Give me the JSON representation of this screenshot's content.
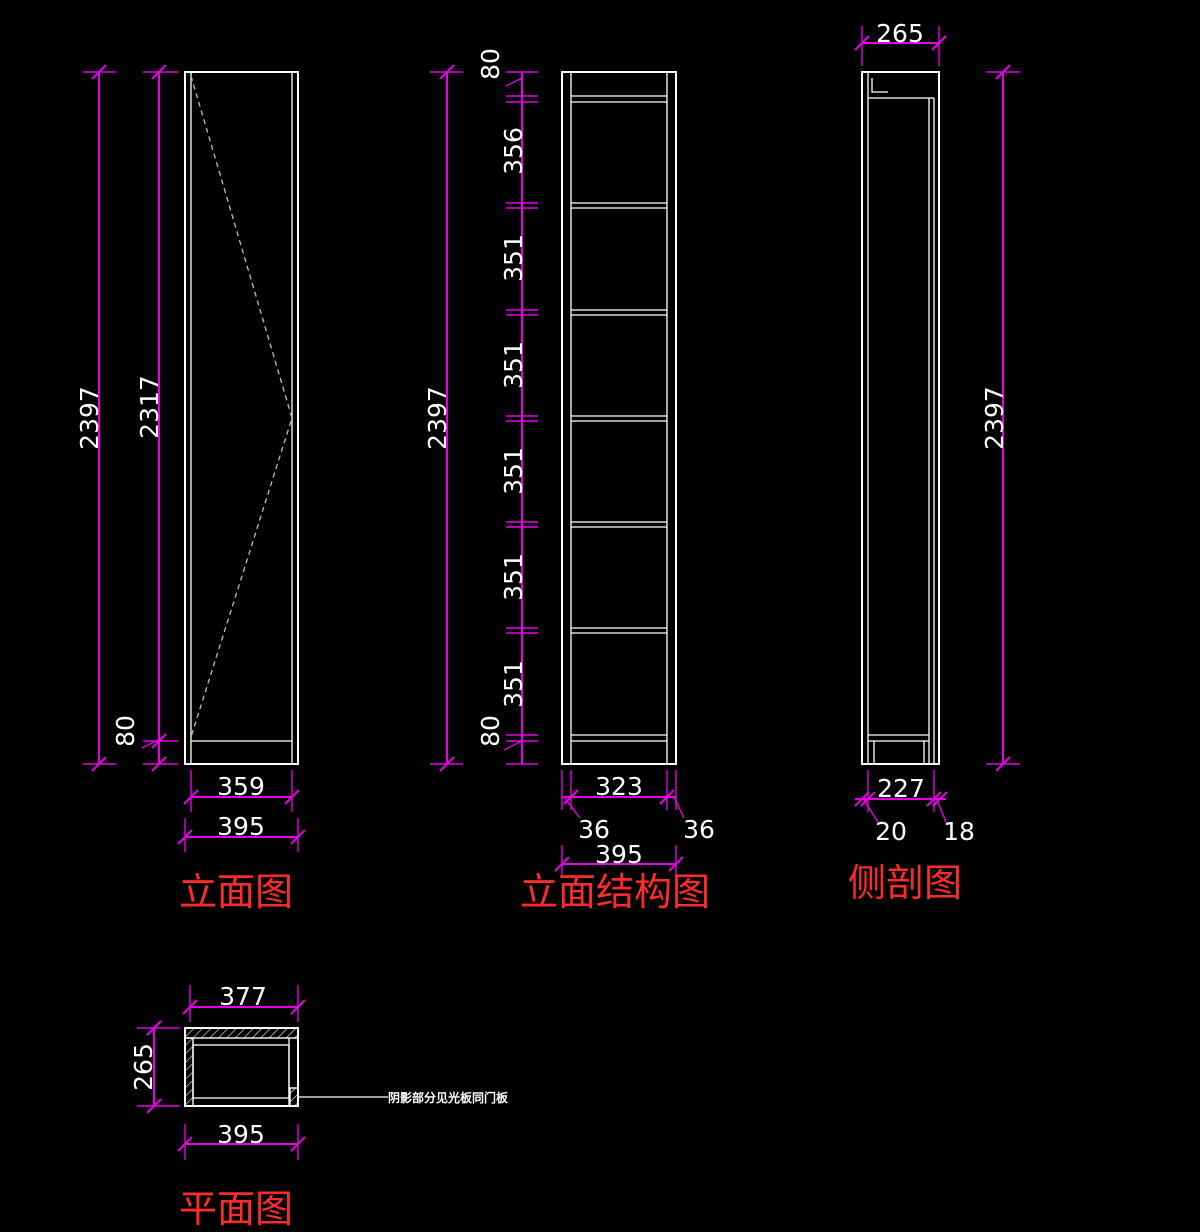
{
  "titles": {
    "elevation": "立面图",
    "structure": "立面结构图",
    "section": "侧剖图",
    "plan": "平面图"
  },
  "elevation": {
    "overall_height": "2397",
    "inner_height": "2317",
    "base_height": "80",
    "inner_width": "359",
    "overall_width": "395"
  },
  "structure": {
    "overall_height": "2397",
    "top_rail": "80",
    "bottom_rail": "80",
    "bays": [
      "356",
      "351",
      "351",
      "351",
      "351",
      "351"
    ],
    "inner_width": "323",
    "left_panel": "36",
    "right_panel": "36",
    "overall_width": "395"
  },
  "section": {
    "overall_depth": "265",
    "overall_height": "2397",
    "inner_depth": "227",
    "back_panel": "20",
    "front_panel": "18"
  },
  "plan": {
    "top_width": "377",
    "depth": "265",
    "overall_width": "395",
    "note": "阴影部分见光板同门板"
  },
  "colors": {
    "background": "#000000",
    "linework": "#ffffff",
    "dimension": "#e600e6",
    "title": "#ff2a2a"
  }
}
